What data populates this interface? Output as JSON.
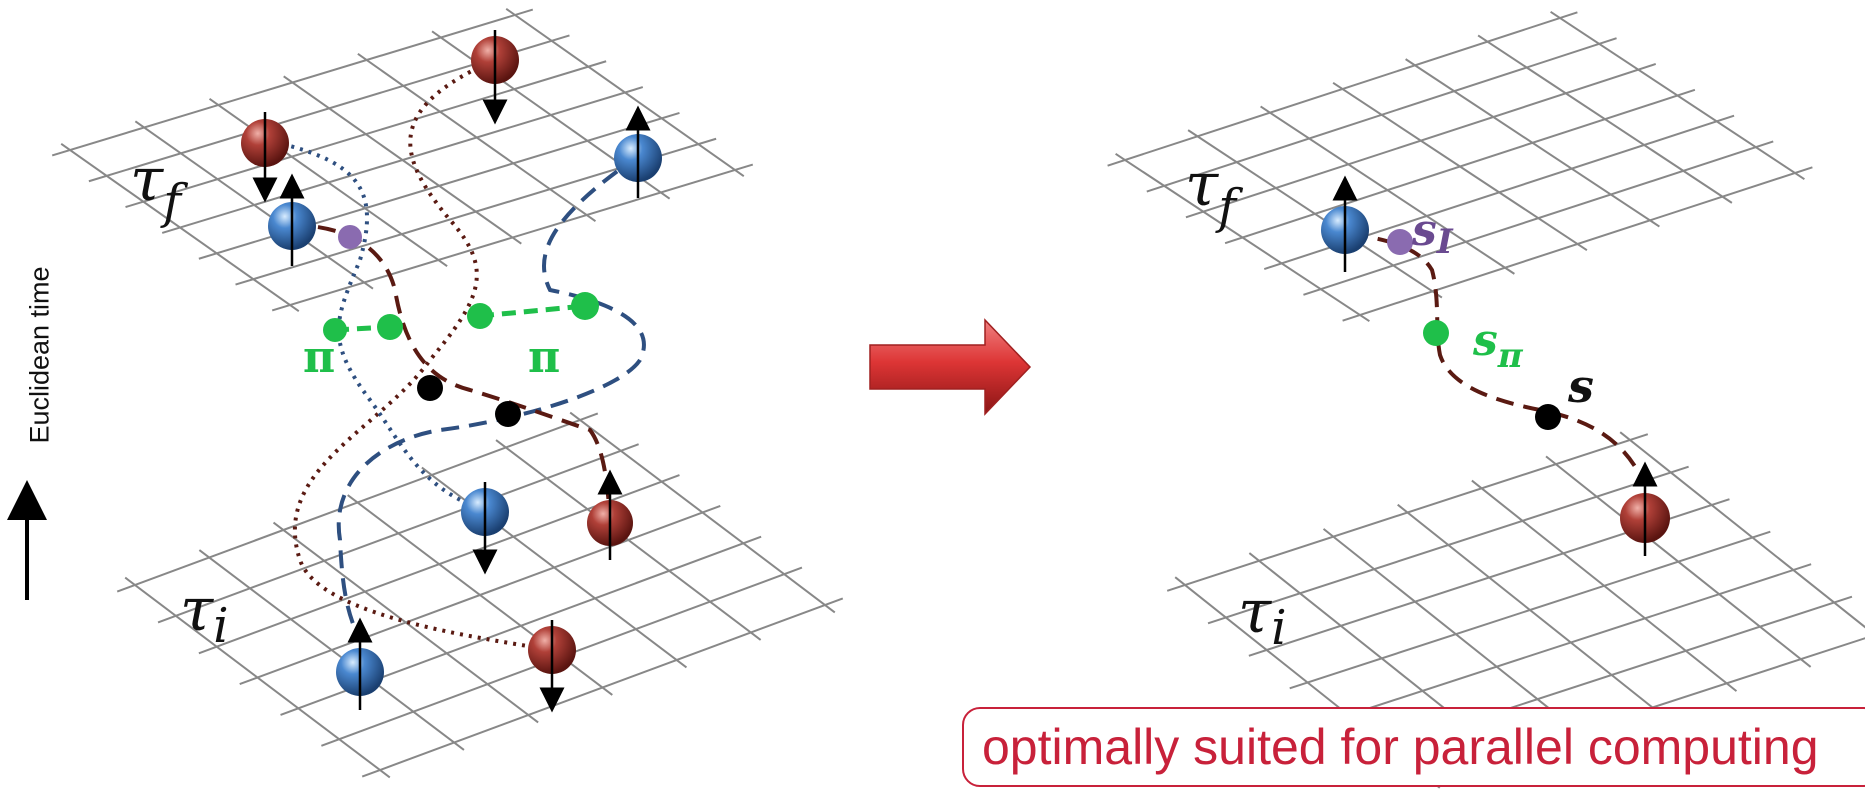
{
  "y_axis_label": "Euclidean time",
  "left_panel": {
    "tau_f": "τ",
    "tau_f_sub": "f",
    "tau_i": "τ",
    "tau_i_sub": "i",
    "pi_label_1": "π",
    "pi_label_2": "π"
  },
  "right_panel": {
    "tau_f": "τ",
    "tau_f_sub": "f",
    "tau_i": "τ",
    "tau_i_sub": "i",
    "s_I_label": "s",
    "s_I_sub": "I",
    "s_pi_label": "s",
    "s_pi_sub": "π",
    "s_label": "s"
  },
  "note_text": "optimally suited for parallel computing",
  "colors": {
    "proton_red": "#9b2a2a",
    "neutron_blue": "#3a78c0",
    "pion_green": "#1fbf4a",
    "vertex_black": "#000000",
    "vertex_purple": "#8a6bb0",
    "path_brown": "#5a1a12",
    "path_navy": "#2e4f80",
    "arrow_red": "#d83a3a",
    "note_red": "#c8213a"
  }
}
